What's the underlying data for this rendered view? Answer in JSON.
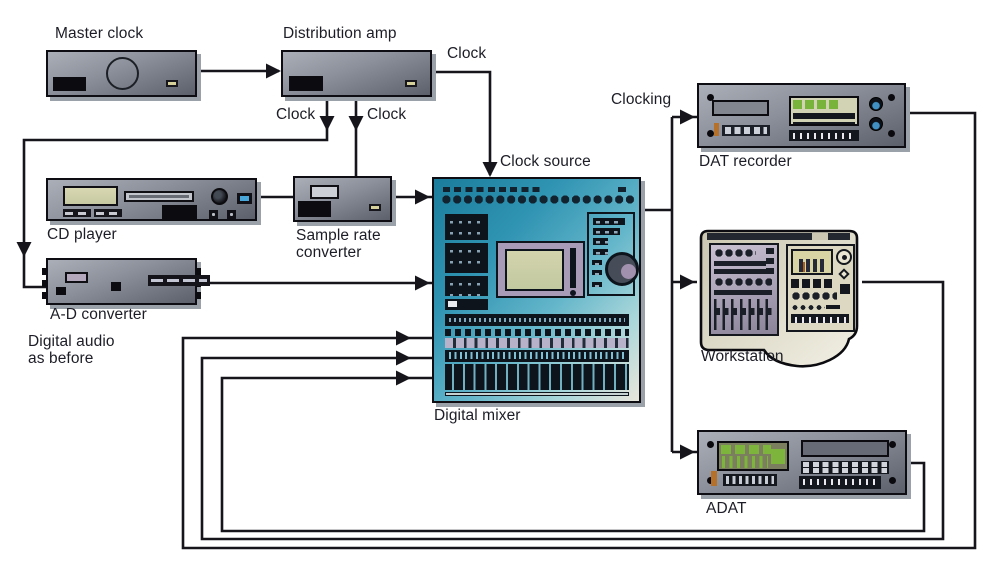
{
  "figure": {
    "type": "audio-clocking-system-diagram",
    "devices": {
      "master_clock": "Master clock",
      "distribution_amp": "Distribution amp",
      "cd_player": "CD player",
      "sample_rate_converter": [
        "Sample rate",
        "converter"
      ],
      "ad_converter": "A-D converter",
      "digital_mixer": "Digital mixer",
      "dat_recorder": "DAT recorder",
      "workstation": "Workstation",
      "adat": "ADAT"
    },
    "wire_labels": {
      "clock_top": "Clock",
      "clock_left": "Clock",
      "clock_right": "Clock",
      "clock_source": "Clock source",
      "clocking": "Clocking",
      "digital_audio_note": [
        "Digital audio",
        "as before"
      ]
    },
    "connections": [
      {
        "from": "Master clock",
        "to": "Distribution amp"
      },
      {
        "from": "Distribution amp",
        "to": "Digital mixer",
        "label": "Clock / Clock source"
      },
      {
        "from": "Distribution amp",
        "to": "A-D converter",
        "label": "Clock"
      },
      {
        "from": "Distribution amp",
        "to": "Sample rate converter",
        "label": "Clock"
      },
      {
        "from": "CD player",
        "to": "Sample rate converter"
      },
      {
        "from": "Sample rate converter",
        "to": "Digital mixer"
      },
      {
        "from": "A-D converter",
        "to": "Digital mixer"
      },
      {
        "from": "Digital mixer",
        "to": "DAT recorder",
        "label": "Clocking"
      },
      {
        "from": "Digital mixer",
        "to": "Workstation",
        "label": "Clocking"
      },
      {
        "from": "Digital mixer",
        "to": "ADAT",
        "label": "Clocking"
      },
      {
        "from": "DAT recorder",
        "to": "Digital mixer",
        "label": "Digital audio as before"
      },
      {
        "from": "Workstation",
        "to": "Digital mixer",
        "label": "Digital audio as before"
      },
      {
        "from": "ADAT",
        "to": "Digital mixer",
        "label": "Digital audio as before"
      }
    ],
    "colors": {
      "wire": "#15151b",
      "device_gray": "#8d919b",
      "mixer_teal": "#2f93b2",
      "meter_green": "#7cb43c",
      "screen_yellow": "#d3d4ac",
      "accent_orange": "#b5702a",
      "accent_blue": "#4090c4"
    }
  }
}
